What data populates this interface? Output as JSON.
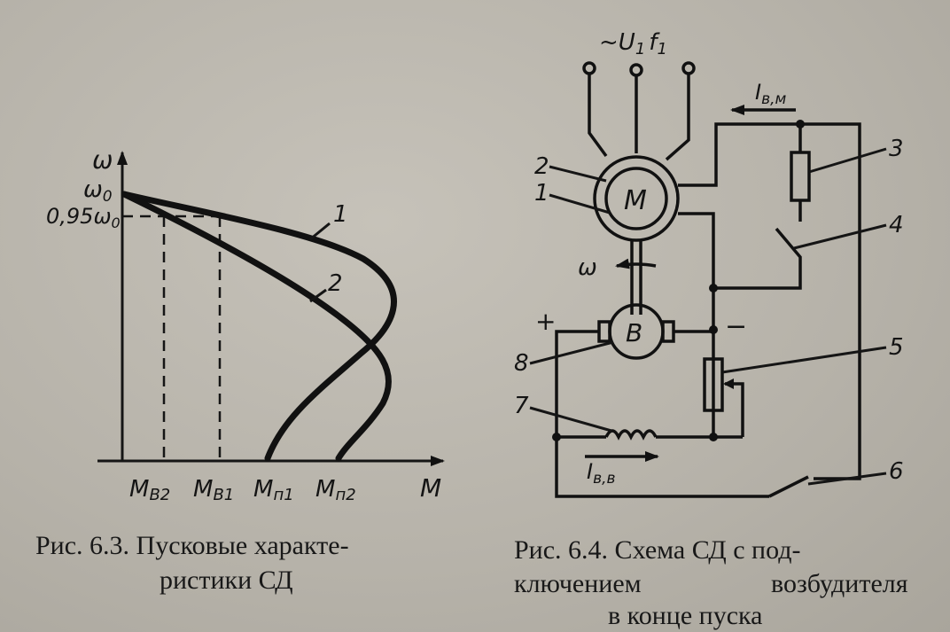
{
  "fig63": {
    "y_axis": "ω",
    "omega0": "ω",
    "omega0_sub": "0",
    "omega95": "0,95ω",
    "omega95_sub": "0",
    "x_axis": "M",
    "curve1": "1",
    "curve2": "2",
    "ticks": [
      {
        "main": "M",
        "sub": "B2"
      },
      {
        "main": "M",
        "sub": "B1"
      },
      {
        "main": "M",
        "sub": "п1"
      },
      {
        "main": "M",
        "sub": "п2"
      }
    ],
    "caption_line1": "Рис. 6.3. Пусковые характе-",
    "caption_line2": "ристики СД"
  },
  "fig64": {
    "supply": "~U",
    "supply_sub1": "1",
    "supply_f": "f",
    "supply_sub2": "1",
    "motor": "M",
    "exciter": "B",
    "omega": "ω",
    "current_motor": "I",
    "current_motor_sub": "в,м",
    "current_exciter": "I",
    "current_exciter_sub": "в,в",
    "plus": "+",
    "minus": "−",
    "labels": [
      "1",
      "2",
      "3",
      "4",
      "5",
      "6",
      "7",
      "8"
    ],
    "caption_line1": "Рис. 6.4. Схема СД с под-",
    "caption_line2a": "ключением",
    "caption_line2b": "возбудителя",
    "caption_line3": "в конце пуска"
  }
}
